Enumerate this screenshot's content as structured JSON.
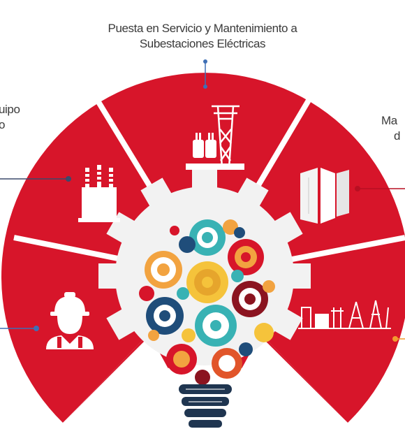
{
  "labels": {
    "top_line1": "Puesta en Servicio y  Mantenimiento a",
    "top_line2": "Subestaciones Eléctricas",
    "left_line1": "uipo",
    "left_line2": "o",
    "right_line1": "Ma",
    "right_line2": "d"
  },
  "colors": {
    "wheel_red": "#d7152a",
    "dark_red": "#b80f22",
    "gear_gray": "#efefef",
    "connector_blue": "#3f6fb5",
    "connector_dark": "#3b4a6b",
    "connector_orange": "#f29a2e",
    "text": "#3a3a3a"
  },
  "icons": [
    "substation-tower-icon",
    "transformer-icon",
    "cabinet-panels-icon",
    "worker-helmet-icon",
    "power-plant-icon",
    "lightbulb-gears-icon"
  ]
}
